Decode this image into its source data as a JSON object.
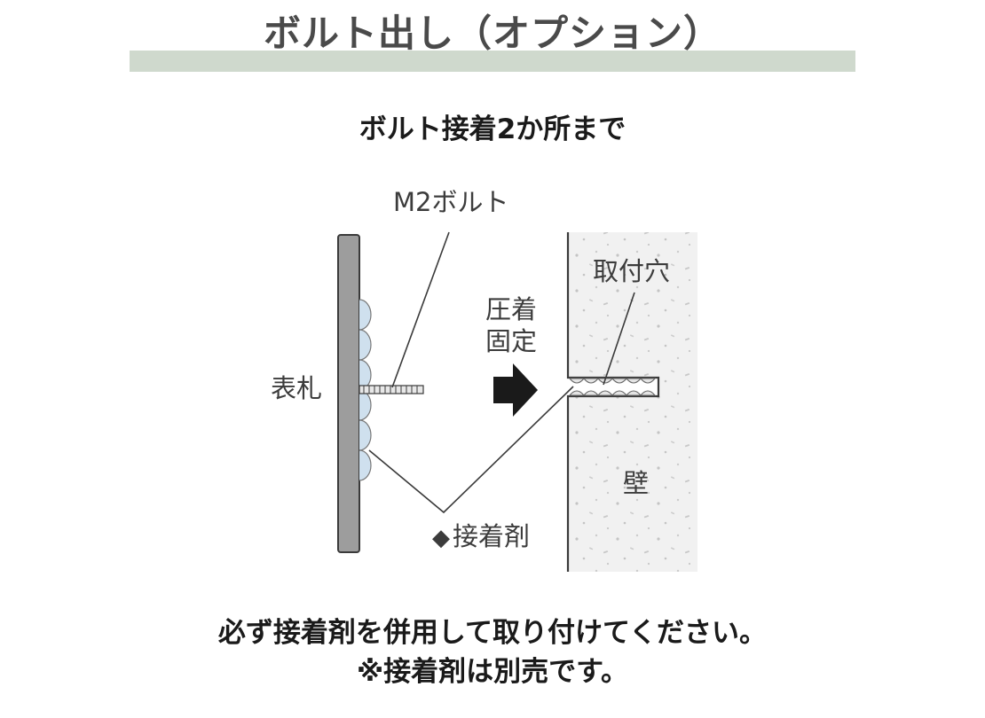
{
  "header": {
    "title": "ボルト出し（オプション）",
    "band_color": "#cfd9cd"
  },
  "subtitle": "ボルト接着2か所まで",
  "diagram": {
    "labels": {
      "bolt": "M2ボルト",
      "hole": "取付穴",
      "press_line1": "圧着",
      "press_line2": "固定",
      "plate": "表札",
      "wall": "壁",
      "adhesive_marker": "◆",
      "adhesive": "接着剤"
    },
    "colors": {
      "plate": "#9d9d9d",
      "adhesive": "#cfe0ee",
      "wall": "#f1f1f1",
      "arrow": "#1a1a1a"
    }
  },
  "notes": {
    "line1": "必ず接着剤を併用して取り付けてください。",
    "line2": "※接着剤は別売です。"
  }
}
